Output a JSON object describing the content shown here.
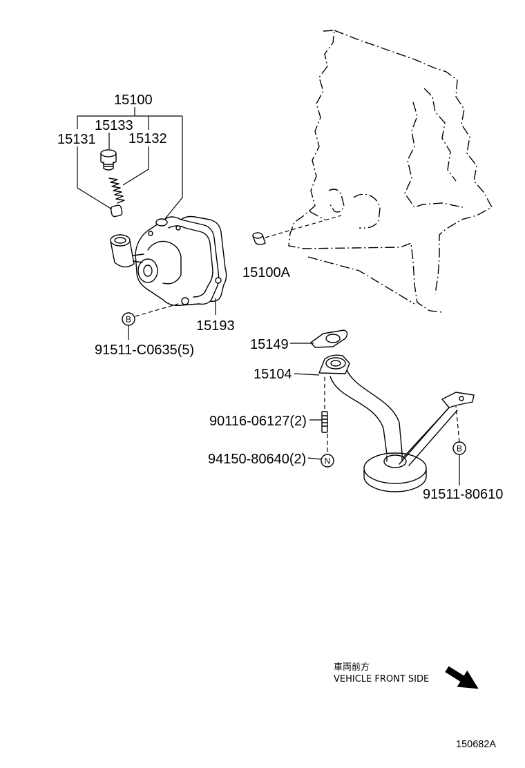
{
  "part_labels": {
    "oil_pump_assy": "15100",
    "part_15133": "15133",
    "part_15131": "15131",
    "part_15132": "15132",
    "part_15100a": "15100A",
    "part_15193": "15193",
    "bolt_91511_c0635": "91511-C0635(5)",
    "part_15149": "15149",
    "part_15104": "15104",
    "stud_90116": "90116-06127(2)",
    "nut_94150": "94150-80640(2)",
    "bolt_91511_80610": "91511-80610"
  },
  "markers": {
    "bolt_b_left": "B",
    "nut_n": "N",
    "bolt_b_right": "B"
  },
  "orientation": {
    "label_jp": "車両前方",
    "label_en": "VEHICLE FRONT SIDE",
    "arrow_icon": "arrow-down-right-icon"
  },
  "figure_number": "150682A",
  "colors": {
    "line": "#000000",
    "background": "#ffffff"
  }
}
